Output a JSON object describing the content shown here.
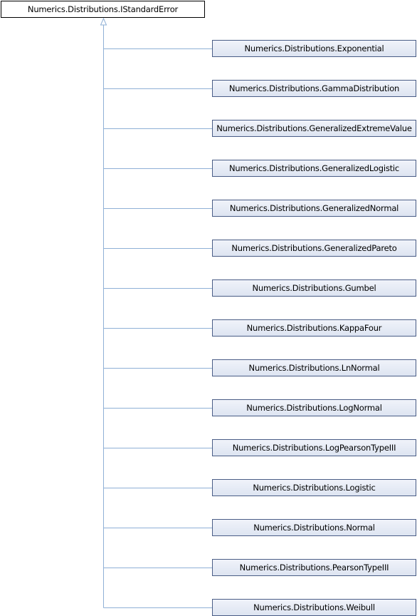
{
  "diagram": {
    "type": "inheritance-graph",
    "base": "Numerics.Distributions.IStandardError",
    "derived": [
      "Numerics.Distributions.Exponential",
      "Numerics.Distributions.GammaDistribution",
      "Numerics.Distributions.GeneralizedExtremeValue",
      "Numerics.Distributions.GeneralizedLogistic",
      "Numerics.Distributions.GeneralizedNormal",
      "Numerics.Distributions.GeneralizedPareto",
      "Numerics.Distributions.Gumbel",
      "Numerics.Distributions.KappaFour",
      "Numerics.Distributions.LnNormal",
      "Numerics.Distributions.LogNormal",
      "Numerics.Distributions.LogPearsonTypeIII",
      "Numerics.Distributions.Logistic",
      "Numerics.Distributions.Normal",
      "Numerics.Distributions.PearsonTypeIII",
      "Numerics.Distributions.Weibull"
    ],
    "colors": {
      "edge": "#8fb0d6",
      "node_border": "#4a5d86",
      "node_fill_top": "#f0f3fa",
      "node_fill_bottom": "#dde4f1"
    }
  }
}
